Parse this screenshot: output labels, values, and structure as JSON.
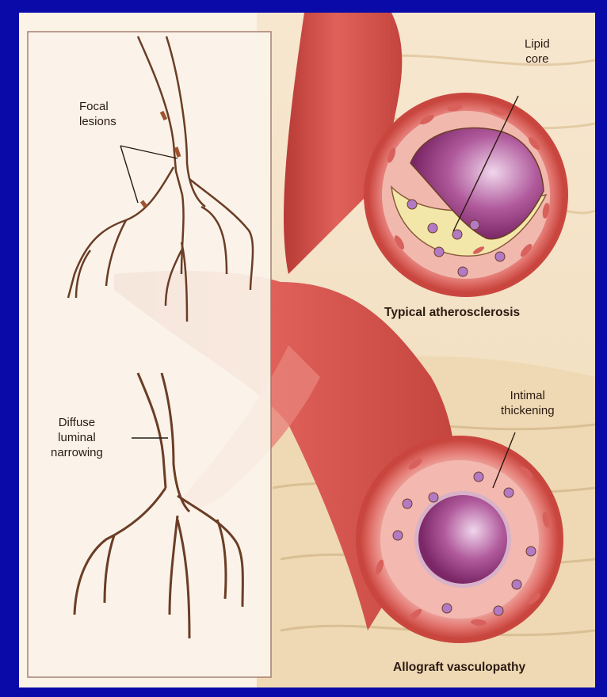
{
  "labels": {
    "focal": [
      "Focal",
      "lesions"
    ],
    "diffuse": [
      "Diffuse",
      "luminal",
      "narrowing"
    ],
    "lipid": [
      "Lipid",
      "core"
    ],
    "intimal": [
      "Intimal",
      "thickening"
    ],
    "typical": "Typical atherosclerosis",
    "allograft": "Allograft vasculopathy"
  },
  "colors": {
    "slide_background": "#0a0aa8",
    "panel": "#fbf3e6",
    "artery": "#d9534a",
    "vessel_outline": "#6b3d26",
    "lumen": "#9b3b86",
    "lipid": "#f2e7a8"
  }
}
